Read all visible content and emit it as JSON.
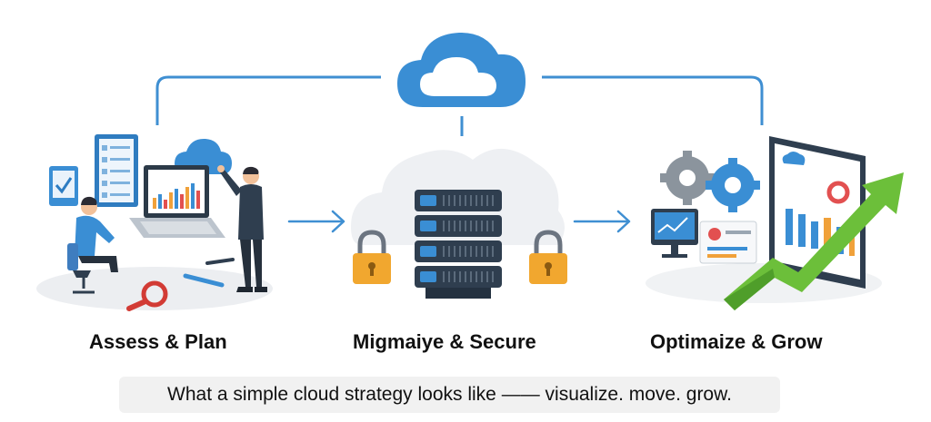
{
  "stages": [
    {
      "label": "Assess & Plan",
      "icon": "assessment-illustration"
    },
    {
      "label": "Migmaiye & Secure",
      "icon": "server-security-illustration"
    },
    {
      "label": "Optimaize & Grow",
      "icon": "growth-analytics-illustration"
    }
  ],
  "caption": "What a simple cloud strategy looks like —— visualize. move. grow.",
  "colors": {
    "accent": "#3f8fd2",
    "cloud": "#3a8ed4",
    "lock": "#f1a72f",
    "server": "#2f3e4f",
    "growth": "#6cbf3a",
    "caption_bg": "#f1f1f1"
  }
}
